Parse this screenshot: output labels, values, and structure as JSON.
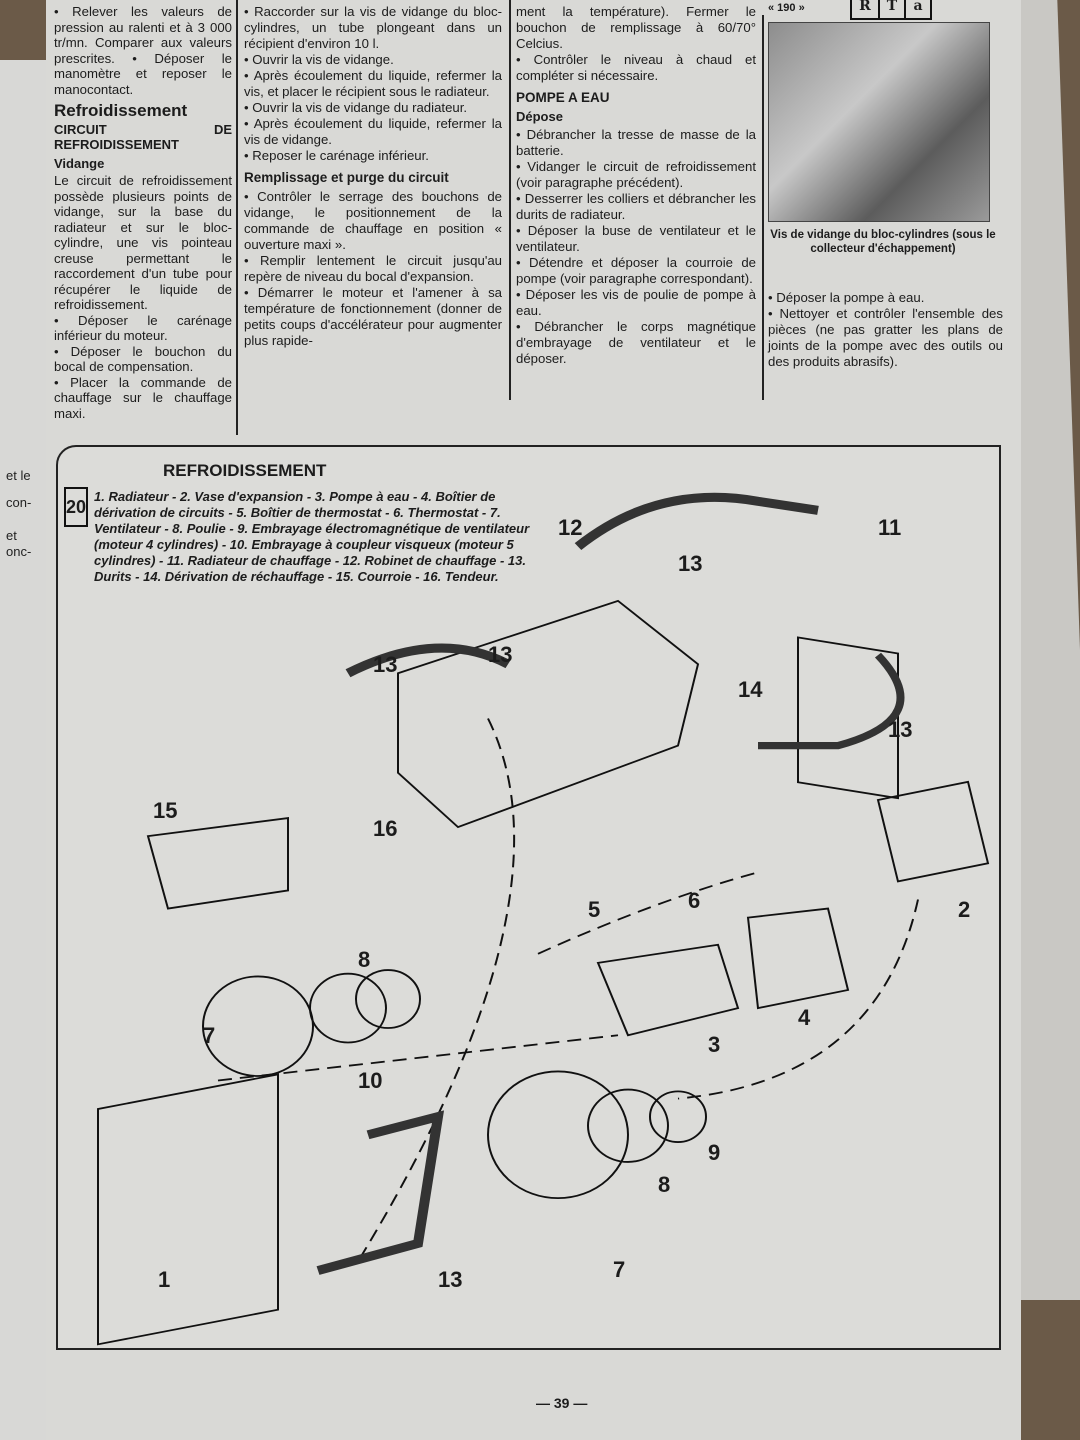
{
  "left_page_fragments": [
    "et le",
    "con-",
    "et",
    "onc-"
  ],
  "header": {
    "model": "« 190 »",
    "logo": [
      "R",
      "T",
      "a"
    ]
  },
  "col1": {
    "intro": "• Relever les valeurs de pression au ralenti et à 3 000 tr/mn. Comparer aux valeurs prescrites. • Déposer le manomètre et reposer le manocontact.",
    "section": "Refroidissement",
    "subsection": "CIRCUIT DE REFROIDISSEMENT",
    "sub2": "Vidange",
    "body": "Le circuit de refroidissement possède plusieurs points de vidange, sur la base du radiateur et sur le bloc-cylindre, une vis pointeau creuse permettant le raccordement d'un tube pour récupérer le liquide de refroidissement.",
    "items": [
      "Déposer le carénage inférieur du moteur.",
      "Déposer le bouchon du bocal de compensation.",
      "Placer la commande de chauffage sur le chauffage maxi."
    ]
  },
  "col2": {
    "intro": "• Raccorder sur la vis de vidange du bloc-cylindres, un tube plongeant dans un récipient d'environ 10 l.",
    "items": [
      "Ouvrir la vis de vidange.",
      "Après écoulement du liquide, refermer la vis, et placer le récipient sous le radiateur.",
      "Ouvrir la vis de vidange du radiateur.",
      "Après écoulement du liquide, refermer la vis de vidange.",
      "Reposer le carénage inférieur."
    ],
    "heading": "Remplissage et purge du circuit",
    "items2": [
      "Contrôler le serrage des bouchons de vidange, le positionnement de la commande de chauffage en position « ouverture maxi ».",
      "Remplir lentement le circuit jusqu'au repère de niveau du bocal d'expansion.",
      "Démarrer le moteur et l'amener à sa température de fonctionnement (donner de petits coups d'accélérateur pour augmenter plus rapide-"
    ]
  },
  "col3": {
    "intro": "ment la température). Fermer le bouchon de remplissage à 60/70° Celcius.",
    "item0": "Contrôler le niveau à chaud et compléter si nécessaire.",
    "heading": "POMPE A EAU",
    "sub": "Dépose",
    "items": [
      "Débrancher la tresse de masse de la batterie.",
      "Vidanger le circuit de refroidissement (voir paragraphe précédent).",
      "Desserrer les colliers et débrancher les durits de radiateur.",
      "Déposer la buse de ventilateur et le ventilateur.",
      "Détendre et déposer la courroie de pompe (voir paragraphe correspondant).",
      "Déposer les vis de poulie de pompe à eau.",
      "Débrancher le corps magnétique d'embrayage de ventilateur et le déposer."
    ]
  },
  "photo": {
    "caption": "Vis de vidange du bloc-cylindres (sous le collecteur d'échappement)"
  },
  "col4": {
    "items": [
      "Déposer la pompe à eau.",
      "Nettoyer et contrôler l'ensemble des pièces (ne pas gratter les plans de joints de la pompe avec des outils ou des produits abrasifs)."
    ]
  },
  "figure": {
    "number": "20",
    "title": "REFROIDISSEMENT",
    "legend": "1. Radiateur - 2. Vase d'expansion - 3. Pompe à eau - 4. Boîtier de dérivation de circuits - 5. Boîtier de thermostat - 6. Thermostat - 7. Ventilateur - 8. Poulie - 9. Embrayage électromagnétique de ventilateur (moteur 4 cylindres) - 10. Embrayage à coupleur visqueux (moteur 5 cylindres) - 11. Radiateur de chauffage - 12. Robinet de chauffage - 13. Durits - 14. Dérivation de réchauffage - 15. Courroie - 16. Tendeur.",
    "callouts": [
      "12",
      "13",
      "11",
      "13",
      "13",
      "14",
      "13",
      "15",
      "16",
      "5",
      "6",
      "2",
      "8",
      "7",
      "10",
      "3",
      "4",
      "9",
      "8",
      "1",
      "13",
      "7"
    ]
  },
  "page_number": "— 39 —"
}
